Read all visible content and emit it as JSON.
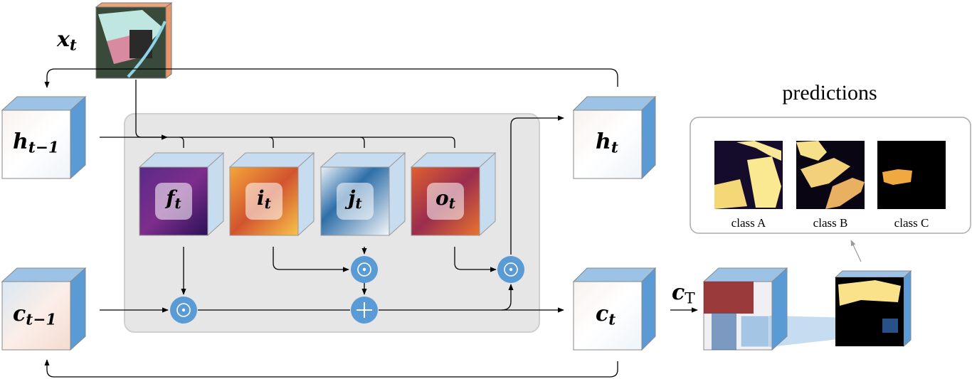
{
  "labels": {
    "x_t": {
      "base": "x",
      "sub": "t"
    },
    "h_prev": {
      "base": "h",
      "sub": "t−1"
    },
    "c_prev": {
      "base": "c",
      "sub": "t−1"
    },
    "h_t": {
      "base": "h",
      "sub": "t"
    },
    "c_t": {
      "base": "c",
      "sub": "t"
    },
    "c_T": {
      "base": "c",
      "sub": "T"
    },
    "gates": [
      {
        "base": "f",
        "sub": "t"
      },
      {
        "base": "i",
        "sub": "t"
      },
      {
        "base": "j",
        "sub": "t"
      },
      {
        "base": "o",
        "sub": "t"
      }
    ]
  },
  "operators": {
    "mult_symbol": "⊙",
    "add_symbol": "+"
  },
  "predictions": {
    "title": "predictions",
    "classes": [
      "class A",
      "class B",
      "class C"
    ]
  },
  "colors": {
    "cell_box": "#e6e6e6",
    "cube_side": "#5b9bd5",
    "cube_face_light": "#c8dcf0",
    "operator": "#5b9bd5",
    "gate_inferno_dark": "#3b1c63",
    "gate_inferno_bright": "#f8b135"
  }
}
